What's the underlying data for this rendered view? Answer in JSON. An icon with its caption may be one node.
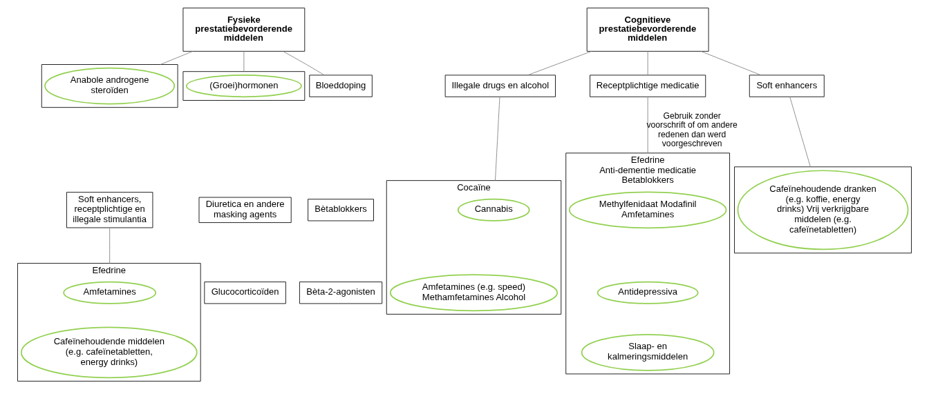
{
  "diagram": {
    "nodes": [
      {
        "text": [
          "Fysieke prestatiebevorderende middelen"
        ]
      },
      {
        "text": [],
        "shape": "box"
      },
      {
        "text": [
          "Anabole androgene steroïden"
        ],
        "in": 1
      },
      {
        "text": [],
        "shape": "box"
      },
      {
        "text": [
          "(Groei)hormonen"
        ],
        "in": 3
      },
      {
        "text": [
          "Bloeddoping"
        ]
      },
      {
        "text": [
          "Soft enhancers, receptplichtige en illegale stimulantia"
        ]
      },
      {
        "text": [
          "Diuretica en andere masking agents"
        ]
      },
      {
        "text": [
          "Bètablokkers"
        ]
      },
      {
        "text": [
          "Efedrine"
        ]
      },
      {
        "text": [
          "Amfetamines"
        ],
        "in": 9
      },
      {
        "text": [
          "Cafeïnehoudende middelen (e.g. cafeïnetabletten, energy drinks)"
        ],
        "in": 9
      },
      {
        "text": [
          "Glucocorticoïden"
        ]
      },
      {
        "text": [
          "Bèta-2-agonisten"
        ]
      },
      {
        "text": [
          "Cognitieve prestatiebevorderende middelen"
        ]
      },
      {
        "text": [
          "Illegale drugs en alcohol"
        ]
      },
      {
        "text": [
          "Receptplichtige medicatie"
        ]
      },
      {
        "text": [
          "Soft enhancers"
        ]
      },
      {
        "text": [
          "Cocaïne"
        ]
      },
      {
        "text": [
          "Cannabis"
        ],
        "in": 18
      },
      {
        "text": [
          "Amfetamines (e.g. speed) Methamfetamines Alcohol"
        ],
        "in": 18
      },
      {
        "text": [
          "Efedrine",
          "Anti-dementie medicatie",
          "Betablokkers"
        ]
      },
      {
        "text": [
          "Methylfenidaat Modafinil Amfetamines"
        ],
        "in": 21
      },
      {
        "text": [
          "Antidepressiva"
        ],
        "in": 21
      },
      {
        "text": [
          "Slaap- en kalmeringsmiddelen"
        ],
        "in": 21
      },
      {
        "text": [],
        "shape": "box"
      },
      {
        "text": [
          "Cafeïnehoudende dranken (e.g. koffie, energy drinks) Vrij verkrijgbare middelen (e.g. cafeïnetabletten)"
        ],
        "in": 25
      }
    ],
    "edges": [
      {
        "from": 0,
        "to": 1,
        "arrow": "none"
      },
      {
        "from": 0,
        "to": 3,
        "arrow": "none"
      },
      {
        "from": 0,
        "to": 5,
        "arrow": "none"
      },
      {
        "from": 6,
        "to": 9,
        "arrow": "none"
      },
      {
        "from": 14,
        "to": 15,
        "arrow": "none"
      },
      {
        "from": 14,
        "to": 16,
        "arrow": "none"
      },
      {
        "from": 14,
        "to": 17,
        "arrow": "none"
      },
      {
        "from": 15,
        "to": 18,
        "arrow": "none"
      },
      {
        "from": 16,
        "to": 21,
        "label": "Gebruik zonder voorschrift of om andere redenen dan werd voorgeschreven",
        "arrow": "none"
      },
      {
        "from": 17,
        "to": 25,
        "arrow": "none"
      }
    ]
  }
}
